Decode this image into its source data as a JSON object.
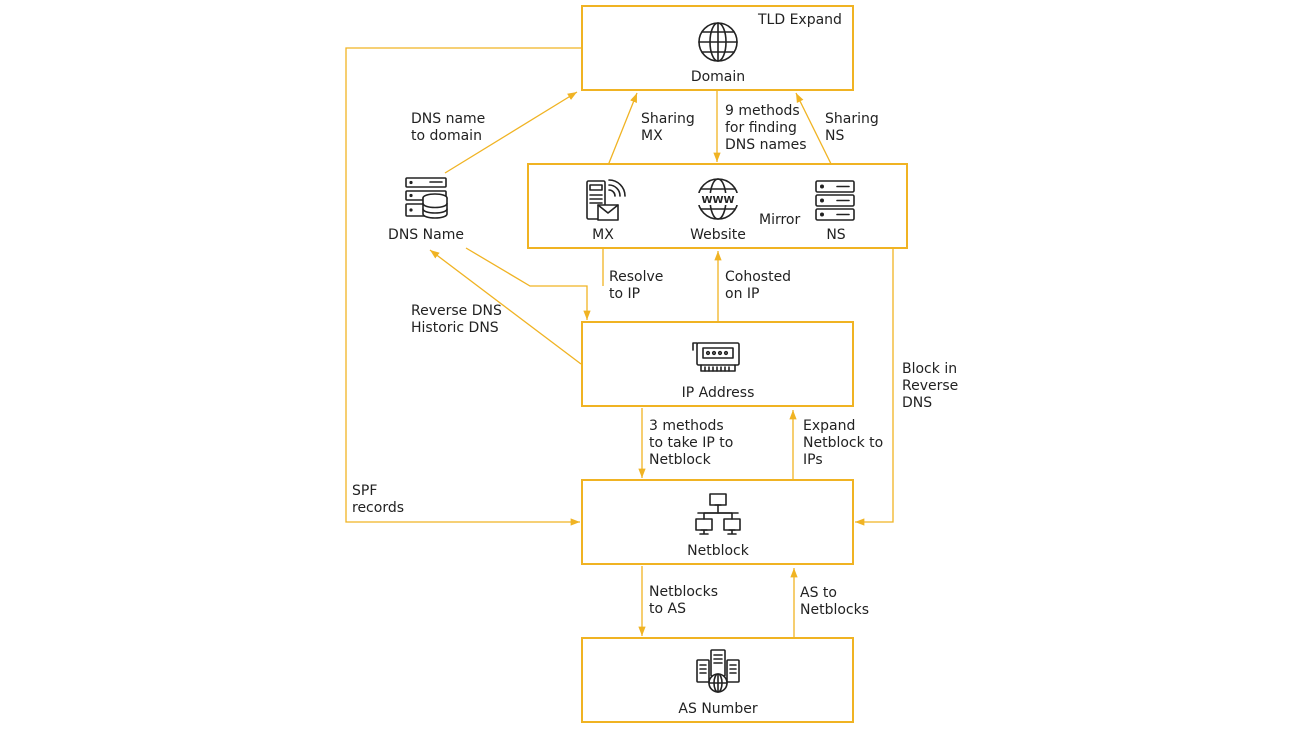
{
  "nodes": {
    "domain": {
      "label": "Domain",
      "icon": "globe-icon"
    },
    "dns_name": {
      "label": "DNS Name",
      "icon": "database-server-icon"
    },
    "mx": {
      "label": "MX",
      "icon": "mail-server-icon"
    },
    "website": {
      "label": "Website",
      "icon": "www-globe-icon",
      "icon_text": "WWW"
    },
    "ns": {
      "label": "NS",
      "icon": "server-rack-icon"
    },
    "ip_address": {
      "label": "IP Address",
      "icon": "network-card-icon"
    },
    "netblock": {
      "label": "Netblock",
      "icon": "network-topology-icon"
    },
    "as_number": {
      "label": "AS Number",
      "icon": "datacenter-globe-icon"
    }
  },
  "edges": {
    "tld_expand": [
      "TLD Expand"
    ],
    "dns_name_to_domain": [
      "DNS name",
      "to domain"
    ],
    "sharing_mx": [
      "Sharing",
      "MX"
    ],
    "find_dns_names": [
      "9 methods",
      "for finding",
      "DNS names"
    ],
    "sharing_ns": [
      "Sharing",
      "NS"
    ],
    "mirror": [
      "Mirror"
    ],
    "resolve_to_ip": [
      "Resolve",
      "to IP"
    ],
    "cohosted_on_ip": [
      "Cohosted",
      "on IP"
    ],
    "reverse_dns": [
      "Reverse DNS",
      "Historic DNS"
    ],
    "block_in_reverse_dns": [
      "Block in",
      "Reverse",
      "DNS"
    ],
    "ip_to_netblock": [
      "3 methods",
      "to take IP to",
      "Netblock"
    ],
    "expand_netblock": [
      "Expand",
      "Netblock to",
      "IPs"
    ],
    "spf_records": [
      "SPF",
      "records"
    ],
    "netblocks_to_as": [
      "Netblocks",
      "to AS"
    ],
    "as_to_netblocks": [
      "AS to",
      "Netblocks"
    ]
  },
  "colors": {
    "accent": "#f0b323",
    "text": "#222222",
    "background": "#ffffff"
  }
}
